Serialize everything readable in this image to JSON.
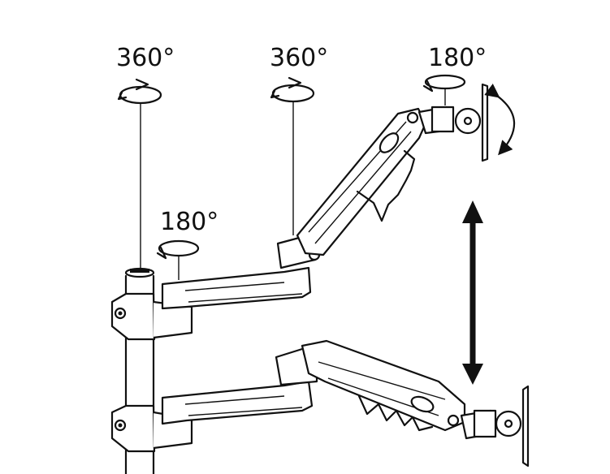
{
  "labels": {
    "base_rotation": "360°",
    "elbow_rotation": "360°",
    "head_swivel": "180°",
    "arm_swivel": "180°"
  },
  "colors": {
    "line": "#111111",
    "background": "#ffffff"
  },
  "icons": [
    "rotation-arrow-icon",
    "double-arrow-icon",
    "tilt-arrow-icon"
  ]
}
